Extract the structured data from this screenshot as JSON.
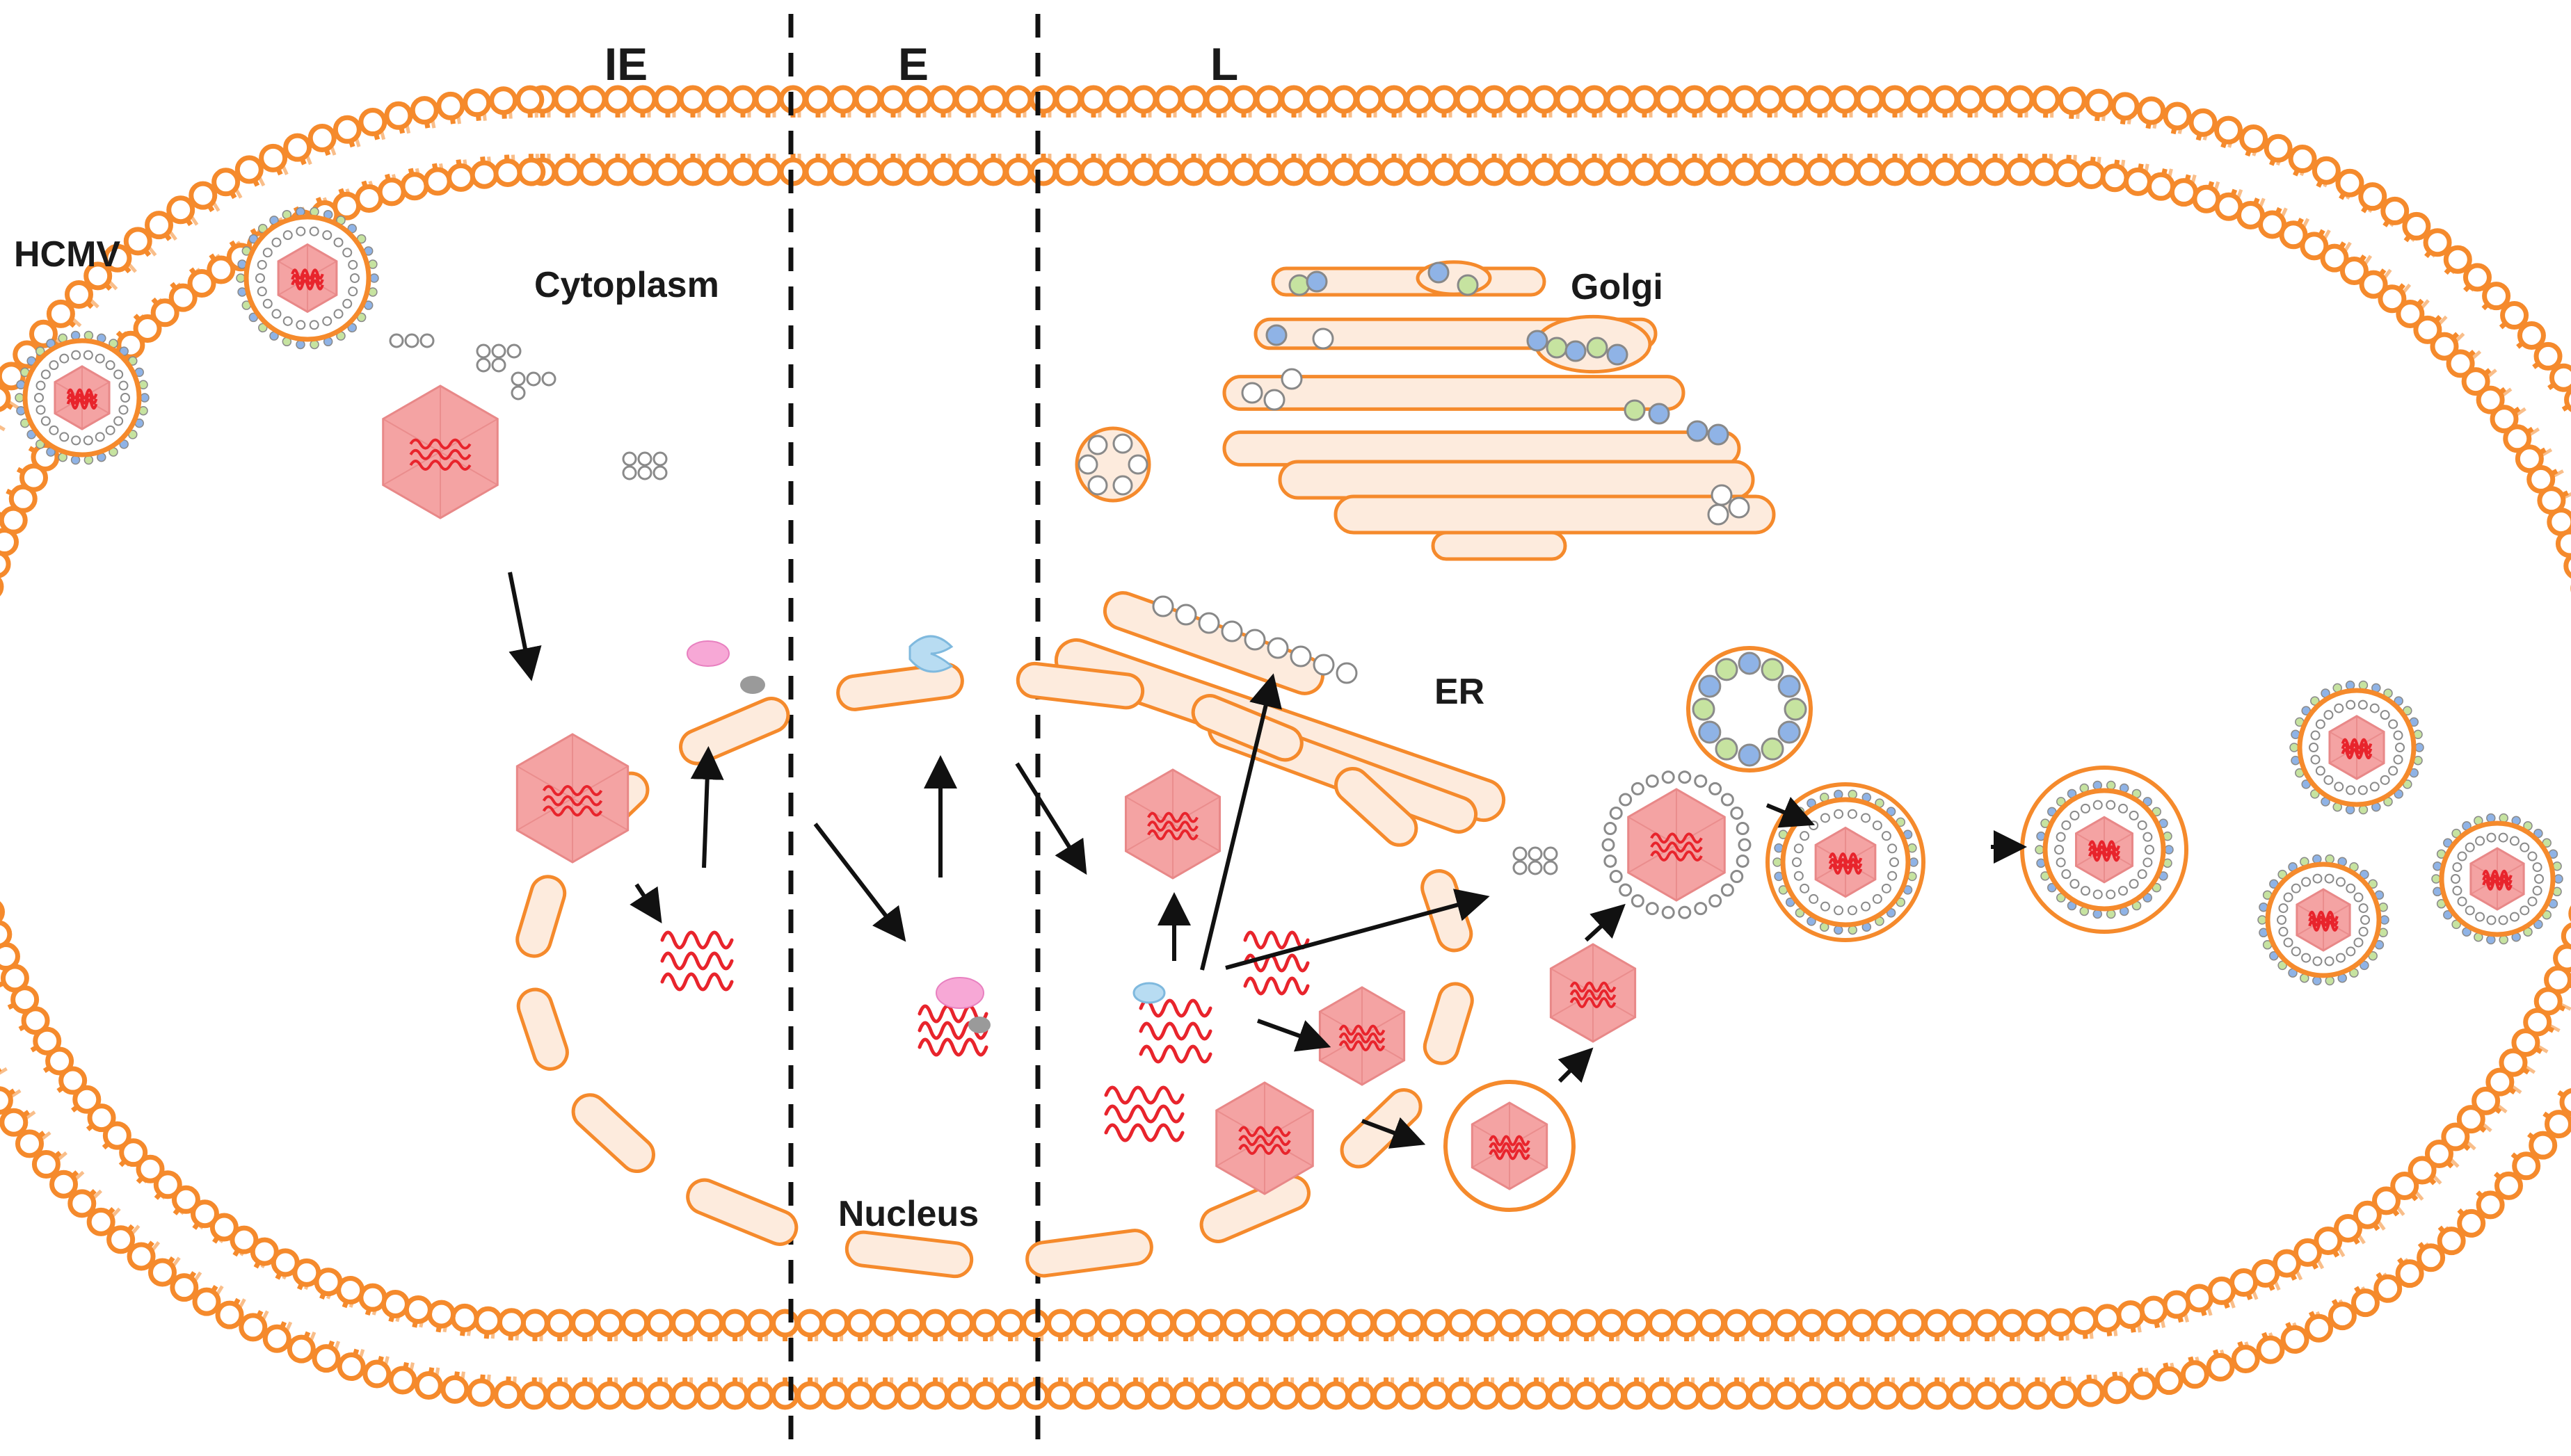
{
  "phases": {
    "ie": "IE",
    "e": "E",
    "l": "L"
  },
  "labels": {
    "virus": "HCMV",
    "cytoplasm": "Cytoplasm",
    "golgi": "Golgi",
    "er": "ER",
    "nucleus": "Nucleus"
  },
  "colors": {
    "membrane": "#f58a2c",
    "organelle_fill": "#fdebdd",
    "capsid": "#f4a3a3",
    "dna": "#e8242c",
    "glyco_blue": "#8fb3e6",
    "glyco_green": "#c6e3a0",
    "immediate_early_protein": "#f7a8d6",
    "early_protein": "#b8dcf2",
    "small_factor": "#9a9a9a"
  }
}
